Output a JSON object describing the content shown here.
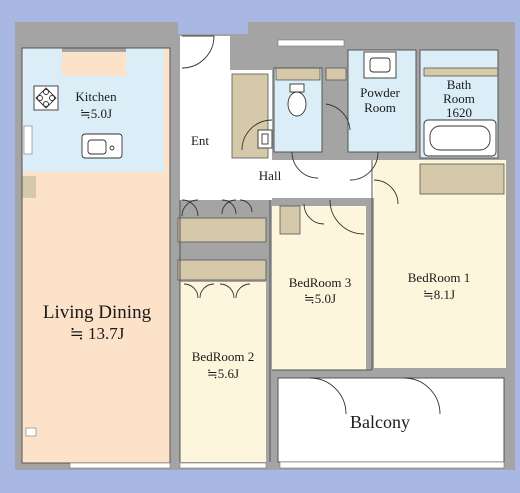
{
  "colors": {
    "page_bg": "#a9b8e2",
    "wall": "#a4a4a4",
    "wall_dark": "#8d8d8d",
    "living": "#fbe2c8",
    "bedroom": "#fdf6dc",
    "wet_area": "#dbeef8",
    "floor_white": "#ffffff",
    "storage": "#d6c9aa",
    "fixture_line": "#333333"
  },
  "rooms": {
    "kitchen": {
      "name": "Kitchen",
      "size": "≒5.0J"
    },
    "living_dining": {
      "name": "Living Dining",
      "size": "≒ 13.7J"
    },
    "entrance": {
      "name": "Ent"
    },
    "hall": {
      "name": "Hall"
    },
    "powder_room": {
      "name_line1": "Powder",
      "name_line2": "Room"
    },
    "bath_room": {
      "name_line1": "Bath",
      "name_line2": "Room",
      "name_line3": "1620"
    },
    "bedroom1": {
      "name": "BedRoom 1",
      "size": "≒8.1J"
    },
    "bedroom2": {
      "name": "BedRoom 2",
      "size": "≒5.6J"
    },
    "bedroom3": {
      "name": "BedRoom 3",
      "size": "≒5.0J"
    },
    "balcony": {
      "name": "Balcony"
    }
  },
  "icons": [
    "stove-icon",
    "sink-icon",
    "toilet-icon",
    "washbasin-icon",
    "bathtub-icon",
    "door-swing-icon"
  ]
}
